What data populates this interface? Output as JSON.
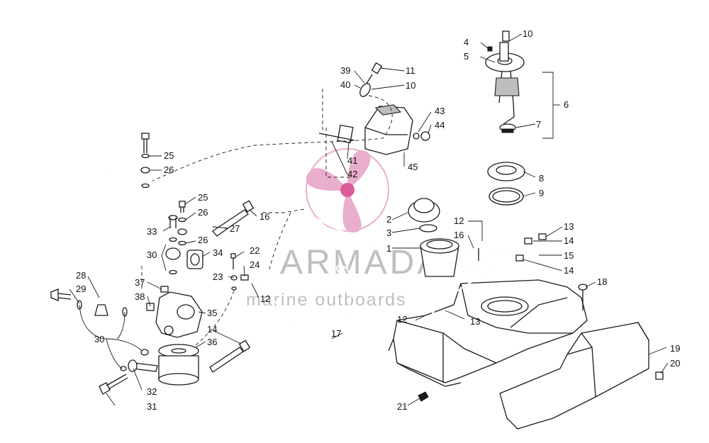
{
  "diagram": {
    "callouts": [
      "1",
      "2",
      "3",
      "4",
      "5",
      "6",
      "7",
      "8",
      "9",
      "10",
      "10",
      "11",
      "12",
      "12",
      "12",
      "13",
      "13",
      "14",
      "14",
      "14",
      "15",
      "16",
      "16",
      "17",
      "18",
      "19",
      "20",
      "21",
      "22",
      "23",
      "24",
      "25",
      "25",
      "26",
      "26",
      "26",
      "27",
      "28",
      "29",
      "30",
      "30",
      "31",
      "32",
      "33",
      "34",
      "35",
      "36",
      "37",
      "38",
      "39",
      "40",
      "41",
      "42",
      "43",
      "44",
      "45"
    ]
  },
  "watermark": {
    "title": "ARMADA",
    "subtitle": "marine outboards",
    "color": "#e8a6c8",
    "logo_icon": "propeller-logo-icon"
  }
}
